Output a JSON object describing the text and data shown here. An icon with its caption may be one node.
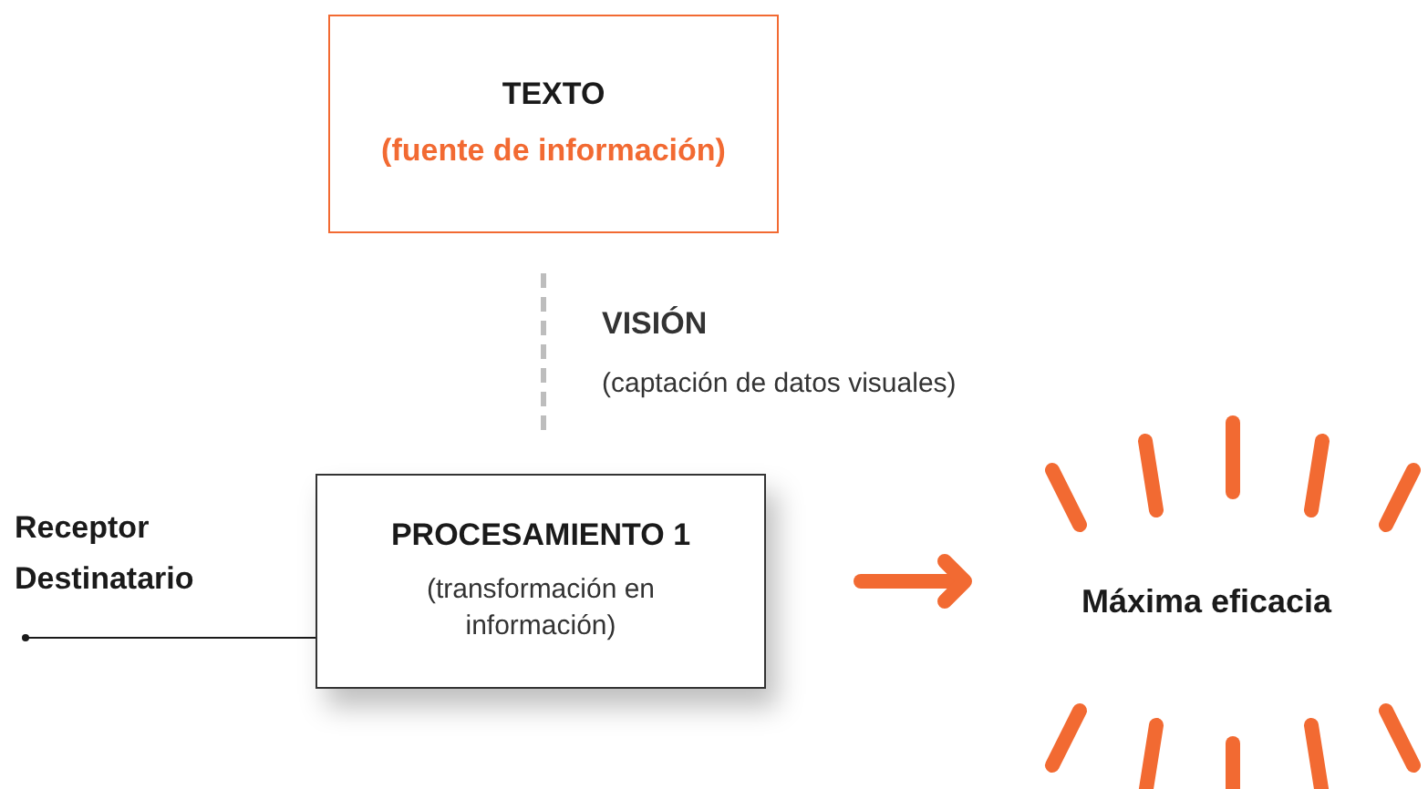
{
  "diagram": {
    "nodes": [
      {
        "text": [
          "TEXTO",
          "(fuente de información)"
        ]
      },
      {
        "text": [
          "Receptor Destinatario"
        ]
      },
      {
        "text": [
          "PROCESAMIENTO 1",
          "(transformación en información)"
        ]
      },
      {
        "text": [
          "Máxima eficacia"
        ]
      }
    ],
    "edges": [
      {
        "from": 0,
        "to": 2,
        "arrow": "none",
        "style": "dashed",
        "color": "#bdbdbd"
      },
      {
        "from": 1,
        "to": 2,
        "arrow": "other",
        "color": "#1a1a1a"
      },
      {
        "from": 2,
        "to": 3,
        "arrow": "to",
        "style": "thick",
        "color": "#f26a32"
      }
    ],
    "labels": [
      "VISIÓN",
      "(captación de datos visuales)"
    ]
  }
}
